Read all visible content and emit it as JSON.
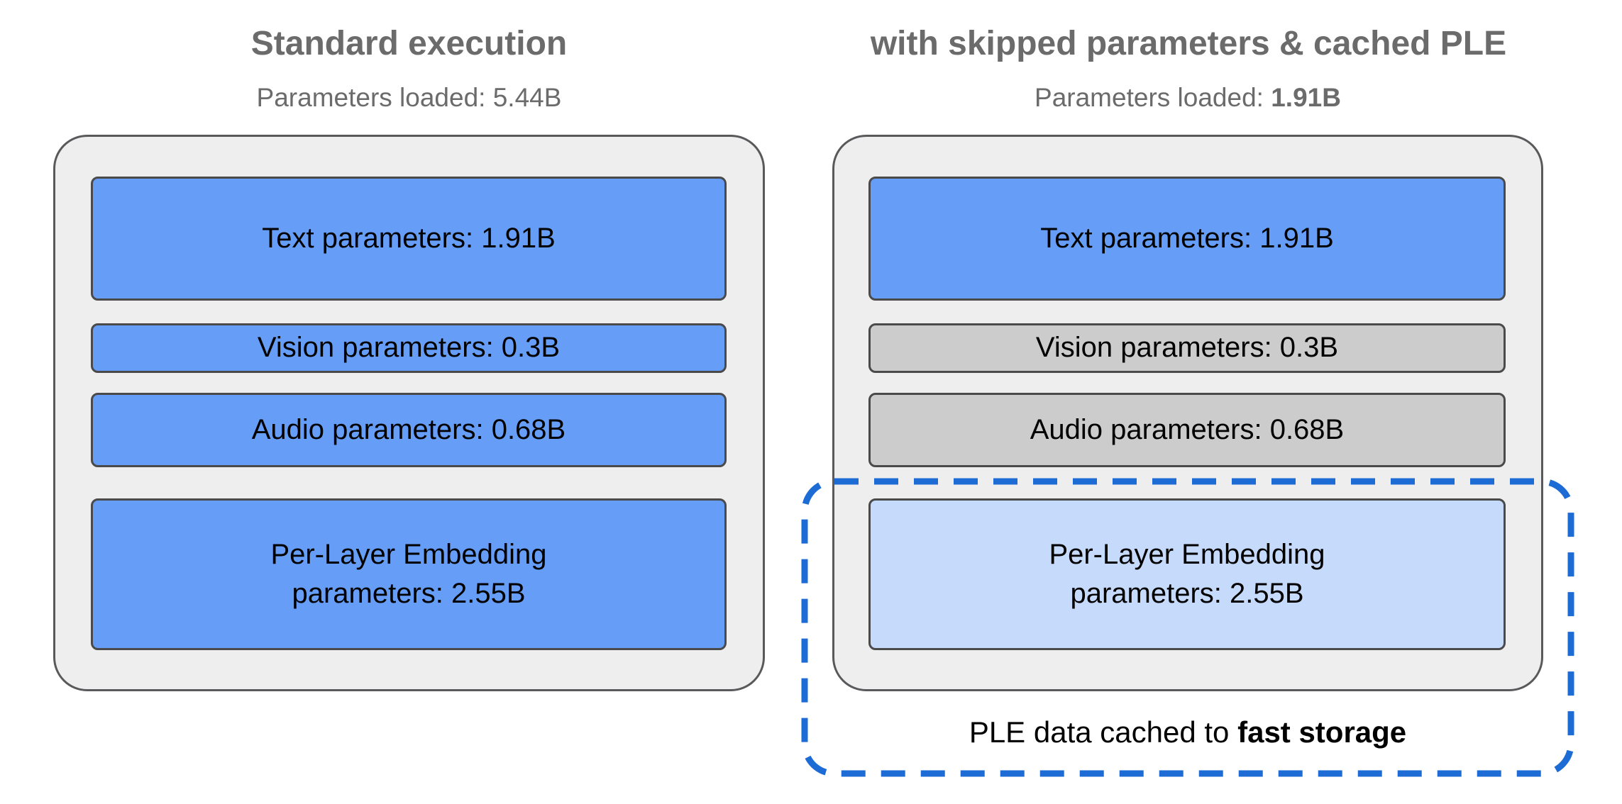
{
  "panels": {
    "left": {
      "title": "Standard execution",
      "subtitle_prefix": "Parameters loaded: ",
      "subtitle_value": "5.44B",
      "boxes": {
        "text": "Text parameters: 1.91B",
        "vision": "Vision parameters: 0.3B",
        "audio": "Audio parameters: 0.68B",
        "ple": "Per-Layer Embedding\nparameters: 2.55B"
      }
    },
    "right": {
      "title": "with skipped parameters & cached PLE",
      "subtitle_prefix": "Parameters loaded: ",
      "subtitle_value": "1.91B",
      "boxes": {
        "text": "Text parameters: 1.91B",
        "vision": "Vision parameters: 0.3B",
        "audio": "Audio parameters: 0.68B",
        "ple": "Per-Layer Embedding\nparameters: 2.55B"
      }
    }
  },
  "callout": {
    "prefix": "PLE data cached to ",
    "bold_text": "fast storage"
  },
  "colors": {
    "title_gray": "#6b6b6b",
    "loaded_blue": "#669df6",
    "skipped_gray": "#cccccc",
    "cached_light_blue": "#c6dafc",
    "dashed_outline_blue": "#1d6bd5",
    "container_gray": "#eeeeee",
    "box_border_gray": "#4a4a4a",
    "text_black": "#000000"
  }
}
